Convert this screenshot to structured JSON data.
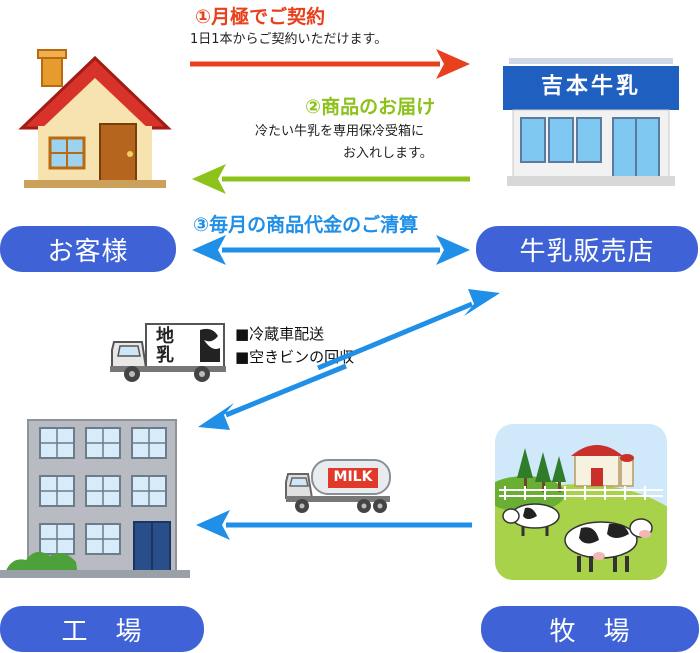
{
  "colors": {
    "contract": "#e8401c",
    "delivery": "#8cc21a",
    "payment": "#1f8fe8",
    "pill": "#3f63d6",
    "logistics": "#1f8fe8"
  },
  "nodes": {
    "customer_label": "お客様",
    "shop_label": "牛乳販売店",
    "shop_sign": "吉本牛乳",
    "factory_label": "工　場",
    "farm_label": "牧　場"
  },
  "flows": {
    "contract_title": "①月極でご契約",
    "contract_note": "1日1本からご契約いただけます。",
    "delivery_title": "②商品のお届け",
    "delivery_note_1": "冷たい牛乳を専用保冷受箱に",
    "delivery_note_2": "お入れします。",
    "payment_title": "③毎月の商品代金のご清算"
  },
  "logistics": {
    "bullet_1": "■冷蔵車配送",
    "bullet_2": "■空きビンの回収",
    "delivery_truck_text": "地乳",
    "tanker_text": "MILK"
  }
}
